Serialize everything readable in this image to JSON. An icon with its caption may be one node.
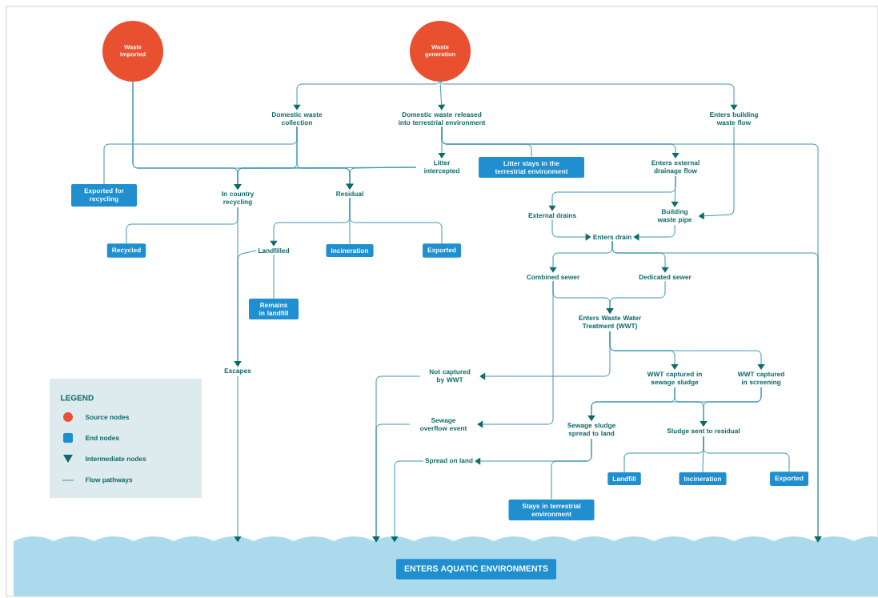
{
  "diagram": {
    "nodes": [
      {
        "text": [
          "Waste imported"
        ]
      },
      {
        "text": [
          "Waste generation"
        ]
      },
      {
        "text": [
          "Domestic waste collection"
        ]
      },
      {
        "text": [
          "Domestic waste released into terrestrial environment"
        ]
      },
      {
        "text": [
          "Enters building waste flow"
        ]
      },
      {
        "text": [
          "Exported for recycling"
        ]
      },
      {
        "text": [
          "In country recycling"
        ]
      },
      {
        "text": [
          "Residual"
        ]
      },
      {
        "text": [
          "Litter intercepted"
        ]
      },
      {
        "text": [
          "Litter stays in the terrestrial environment"
        ]
      },
      {
        "text": [
          "Enters external drainage flow"
        ]
      },
      {
        "text": [
          "External drains"
        ]
      },
      {
        "text": [
          "Building waste pipe"
        ]
      },
      {
        "text": [
          "Enters drain"
        ]
      },
      {
        "text": [
          "Recycled"
        ]
      },
      {
        "text": [
          "Landfilled"
        ]
      },
      {
        "text": [
          "Incineration"
        ]
      },
      {
        "text": [
          "Exported"
        ]
      },
      {
        "text": [
          "Remains in landfill"
        ]
      },
      {
        "text": [
          "Combined sewer"
        ]
      },
      {
        "text": [
          "Dedicated sewer"
        ]
      },
      {
        "text": [
          "Enters Waste Water Treatment (WWT)"
        ]
      },
      {
        "text": [
          "Escapes"
        ]
      },
      {
        "text": [
          "Not captured by WWT"
        ]
      },
      {
        "text": [
          "WWT captured in sewage sludge"
        ]
      },
      {
        "text": [
          "WWT captured in screening"
        ]
      },
      {
        "text": [
          "Sewage overflow event"
        ]
      },
      {
        "text": [
          "Sewage sludge spread to land"
        ]
      },
      {
        "text": [
          "Sludge sent to residual"
        ]
      },
      {
        "text": [
          "Spread on land"
        ]
      },
      {
        "text": [
          "Landfill"
        ]
      },
      {
        "text": [
          "Incineration"
        ]
      },
      {
        "text": [
          "Exported"
        ]
      },
      {
        "text": [
          "Stays in terrestrial environment"
        ]
      },
      {
        "text": [
          "ENTERS AQUATIC ENVIRONMENTS"
        ]
      }
    ],
    "edges": [
      {
        "from": 1,
        "to": 2,
        "arrow": "to"
      },
      {
        "from": 1,
        "to": 3,
        "arrow": "to"
      },
      {
        "from": 1,
        "to": 4,
        "arrow": "to"
      },
      {
        "from": 2,
        "to": 5,
        "arrow": "none"
      },
      {
        "from": 0,
        "to": 6,
        "arrow": "to"
      },
      {
        "from": 0,
        "to": 7,
        "arrow": "to"
      },
      {
        "from": 2,
        "to": 6,
        "arrow": "to"
      },
      {
        "from": 2,
        "to": 7,
        "arrow": "to"
      },
      {
        "from": 8,
        "to": 6,
        "arrow": "to"
      },
      {
        "from": 8,
        "to": 7,
        "arrow": "to"
      },
      {
        "from": 3,
        "to": 8,
        "arrow": "to"
      },
      {
        "from": 3,
        "to": 9,
        "arrow": "none"
      },
      {
        "from": 3,
        "to": 10,
        "arrow": "to"
      },
      {
        "from": 3,
        "to": 34,
        "arrow": "to"
      },
      {
        "from": 4,
        "to": 12,
        "arrow": "to"
      },
      {
        "from": 10,
        "to": 11,
        "arrow": "to"
      },
      {
        "from": 10,
        "to": 12,
        "arrow": "to"
      },
      {
        "from": 11,
        "to": 13,
        "arrow": "to"
      },
      {
        "from": 12,
        "to": 13,
        "arrow": "to"
      },
      {
        "from": 13,
        "to": 19,
        "arrow": "to"
      },
      {
        "from": 13,
        "to": 20,
        "arrow": "to"
      },
      {
        "from": 13,
        "to": 34,
        "arrow": "to"
      },
      {
        "from": 6,
        "to": 14,
        "arrow": "none"
      },
      {
        "from": 6,
        "to": 22,
        "arrow": "to"
      },
      {
        "from": 15,
        "to": 22,
        "arrow": "to"
      },
      {
        "from": 7,
        "to": 15,
        "arrow": "to"
      },
      {
        "from": 7,
        "to": 16,
        "arrow": "none"
      },
      {
        "from": 7,
        "to": 17,
        "arrow": "none"
      },
      {
        "from": 15,
        "to": 18,
        "arrow": "none"
      },
      {
        "from": 19,
        "to": 21,
        "arrow": "to"
      },
      {
        "from": 20,
        "to": 21,
        "arrow": "to"
      },
      {
        "from": 19,
        "to": 26,
        "arrow": "to"
      },
      {
        "from": 21,
        "to": 23,
        "arrow": "to"
      },
      {
        "from": 21,
        "to": 24,
        "arrow": "to"
      },
      {
        "from": 21,
        "to": 25,
        "arrow": "to"
      },
      {
        "from": 24,
        "to": 27,
        "arrow": "to"
      },
      {
        "from": 24,
        "to": 28,
        "arrow": "to"
      },
      {
        "from": 25,
        "to": 27,
        "arrow": "to"
      },
      {
        "from": 25,
        "to": 28,
        "arrow": "to"
      },
      {
        "from": 27,
        "to": 29,
        "arrow": "to"
      },
      {
        "from": 27,
        "to": 33,
        "arrow": "none"
      },
      {
        "from": 28,
        "to": 30,
        "arrow": "none"
      },
      {
        "from": 28,
        "to": 31,
        "arrow": "none"
      },
      {
        "from": 28,
        "to": 32,
        "arrow": "none"
      },
      {
        "from": 22,
        "to": 34,
        "arrow": "to"
      },
      {
        "from": 23,
        "to": 34,
        "arrow": "to"
      },
      {
        "from": 26,
        "to": 34,
        "arrow": "to"
      },
      {
        "from": 29,
        "to": 34,
        "arrow": "to"
      }
    ],
    "labels": [
      "LEGEND"
    ],
    "legend": [
      {
        "text": "Source nodes",
        "color": "#e8502f"
      },
      {
        "text": "End nodes",
        "color": "#1f8fd0"
      },
      {
        "text": "Intermediate nodes"
      },
      {
        "text": "Flow pathways"
      }
    ]
  }
}
